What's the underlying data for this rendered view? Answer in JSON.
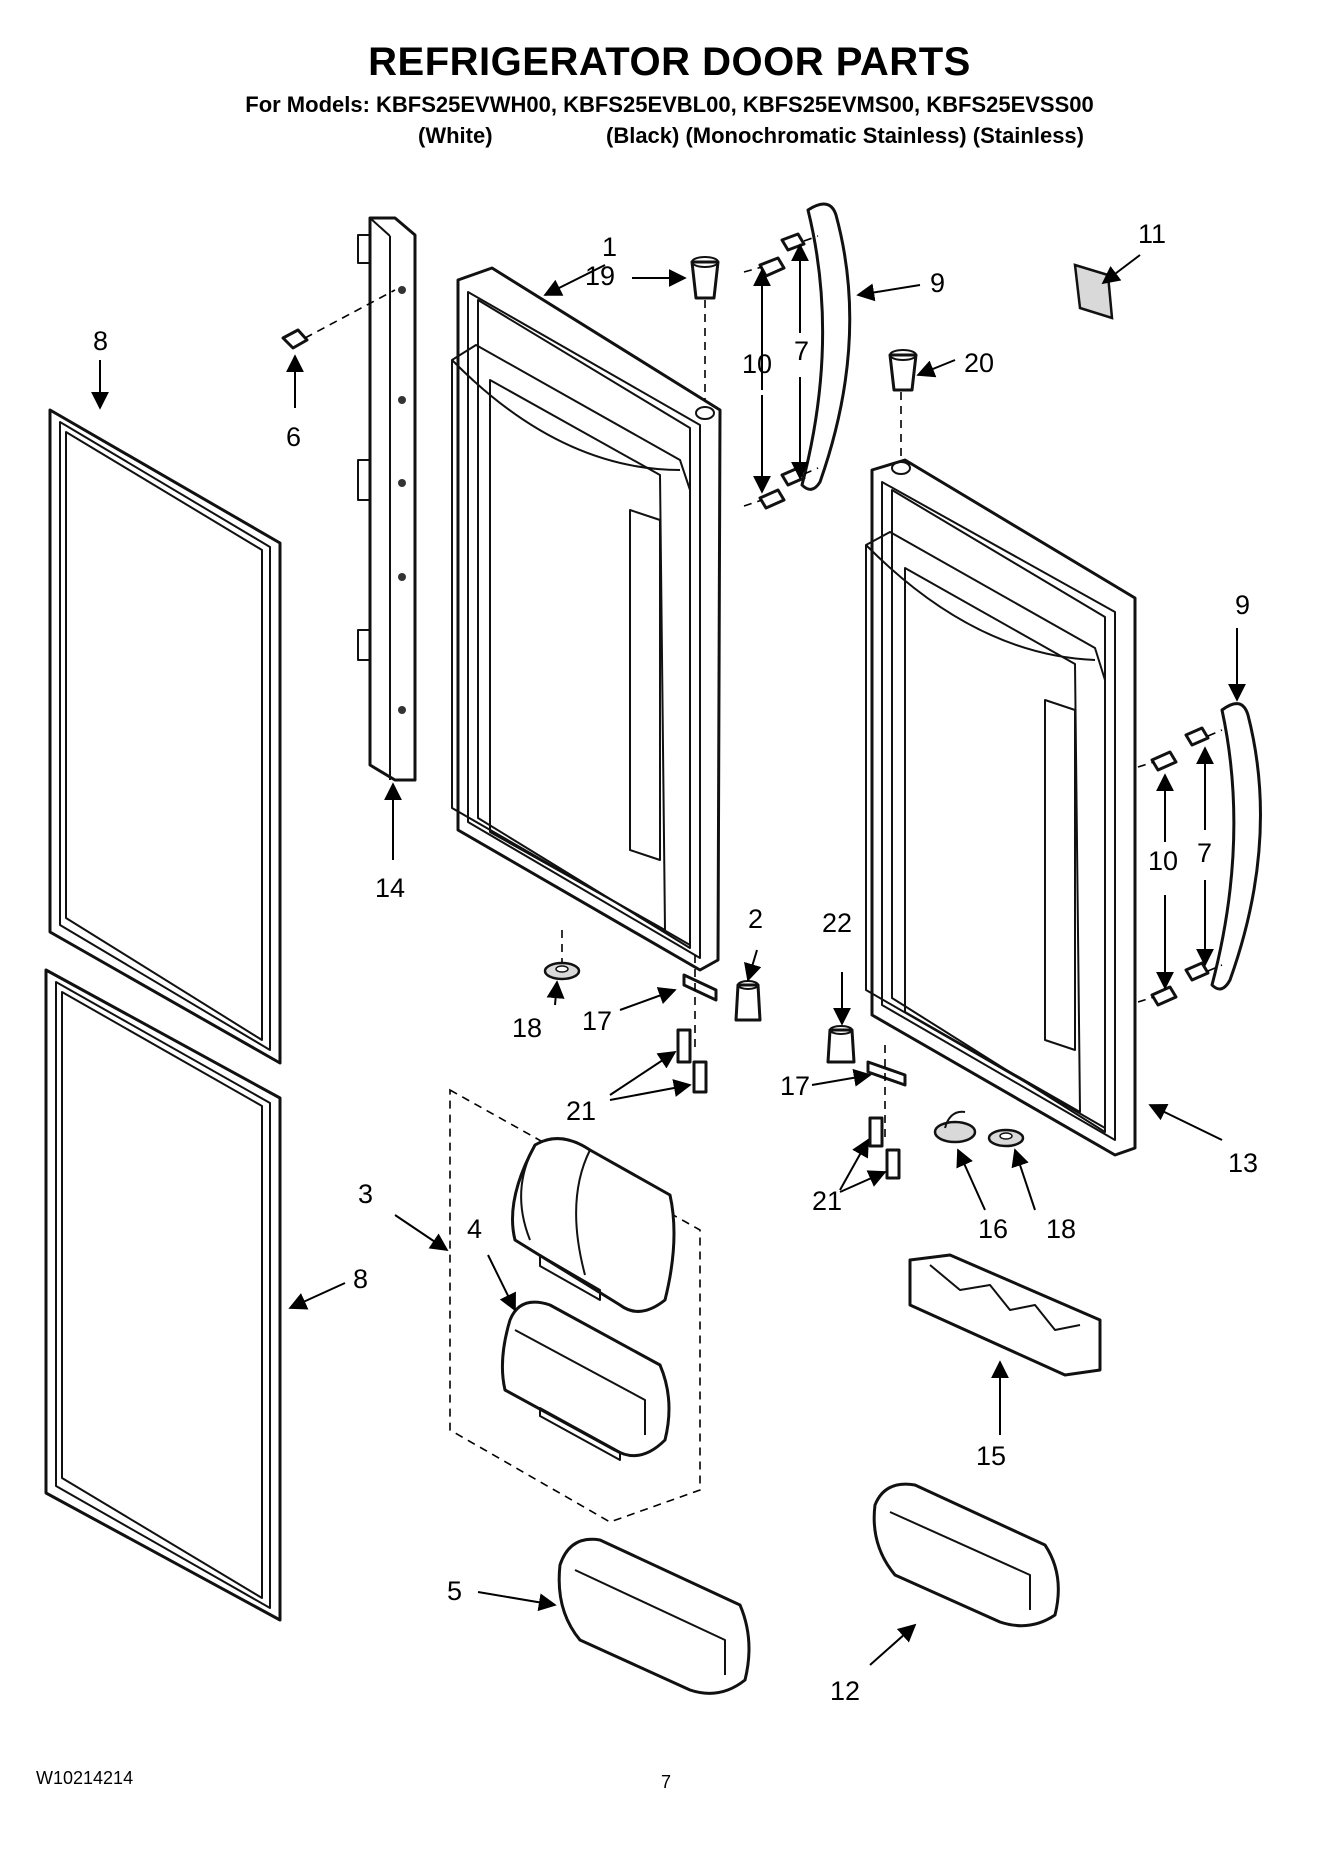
{
  "header": {
    "title": "REFRIGERATOR DOOR PARTS",
    "models_line": "For Models: KBFS25EVWH00, KBFS25EVBL00, KBFS25EVMS00, KBFS25EVSS00",
    "variant_white": "(White)",
    "variant_others": "(Black) (Monochromatic Stainless) (Stainless)"
  },
  "callouts": {
    "c1": "1",
    "c2": "2",
    "c3": "3",
    "c4": "4",
    "c5": "5",
    "c6": "6",
    "c7a": "7",
    "c7b": "7",
    "c8a": "8",
    "c8b": "8",
    "c9a": "9",
    "c9b": "9",
    "c10a": "10",
    "c10b": "10",
    "c11": "11",
    "c12": "12",
    "c13": "13",
    "c14": "14",
    "c15": "15",
    "c16": "16",
    "c17a": "17",
    "c17b": "17",
    "c18a": "18",
    "c18b": "18",
    "c19": "19",
    "c20": "20",
    "c21a": "21",
    "c21b": "21",
    "c22": "22"
  },
  "footer": {
    "doc_number": "W10214214",
    "page_number": "7"
  }
}
